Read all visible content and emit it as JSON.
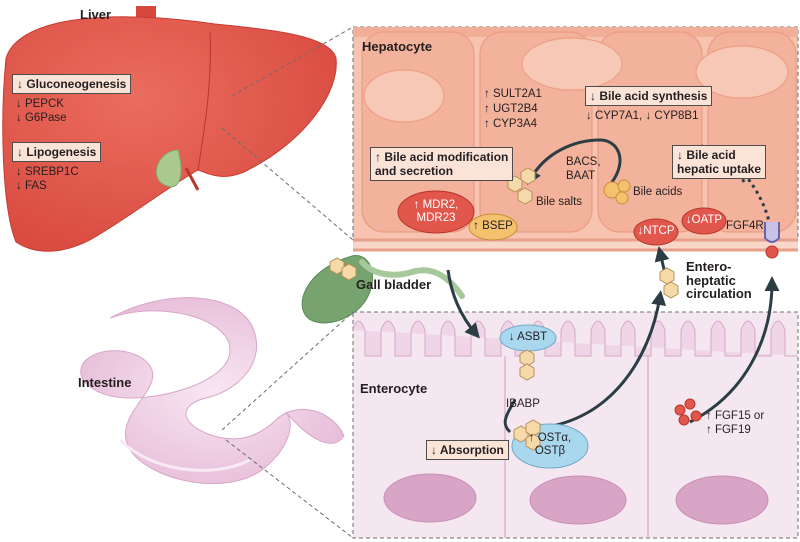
{
  "labels": {
    "liver": "Liver",
    "hepatocyte": "Hepatocyte",
    "gall_bladder": "Gall bladder",
    "intestine": "Intestine",
    "enterocyte": "Enterocyte",
    "bile_salts": "Bile salts",
    "bile_acids": "Bile acids",
    "bacs_baat": [
      "BACS,",
      "BAAT"
    ],
    "ibabp": "IBABP",
    "fgf4r": "FGF4R",
    "enterohepatic": [
      "Entero-",
      "heptatic",
      "circulation"
    ]
  },
  "liver_effects": {
    "gluconeogenesis": "↓ Gluconeogenesis",
    "gluco_genes": [
      "↓ PEPCK",
      "↓ G6Pase"
    ],
    "lipogenesis": "↓ Lipogenesis",
    "lipo_genes": [
      "↓ SREBP1C",
      "↓ FAS"
    ]
  },
  "hepatocyte_effects": {
    "enzymes": [
      "↑ SULT2A1",
      "↑ UGT2B4",
      "↑ CYP3A4"
    ],
    "modification": [
      "↑ Bile acid modification",
      "and secretion"
    ],
    "synthesis": "↓ Bile acid synthesis",
    "synthesis_genes": "↓ CYP7A1, ↓ CYP8B1",
    "uptake": [
      "↓ Bile acid",
      "hepatic uptake"
    ]
  },
  "transporters": {
    "mdr": [
      "↑ MDR2,",
      "MDR23"
    ],
    "bsep": "↑ BSEP",
    "ntcp": "↓NTCP",
    "oatp": "↓OATP",
    "asbt": "↓ ASBT",
    "ost": [
      "↑ OSTα,",
      "OSTβ"
    ]
  },
  "enterocyte_effects": {
    "absorption": "↓ Absorption",
    "fgf": [
      "↑ FGF15 or",
      "↑ FGF19"
    ]
  },
  "colors": {
    "liver": "#e2574c",
    "hepatocyte_bg": "#f4b9a3",
    "transporter_red": "#e2574c",
    "transporter_blue": "#a9d8ee",
    "gall_green": "#76a36e",
    "intestine_pink": "#e9c3dc",
    "enterocyte_bg": "#f3e4ee",
    "nucleus": "#d7a3c4",
    "bile_hex": "#f6d9a8",
    "fgf_dot": "#e2574c",
    "arrow": "#2c3e45"
  }
}
